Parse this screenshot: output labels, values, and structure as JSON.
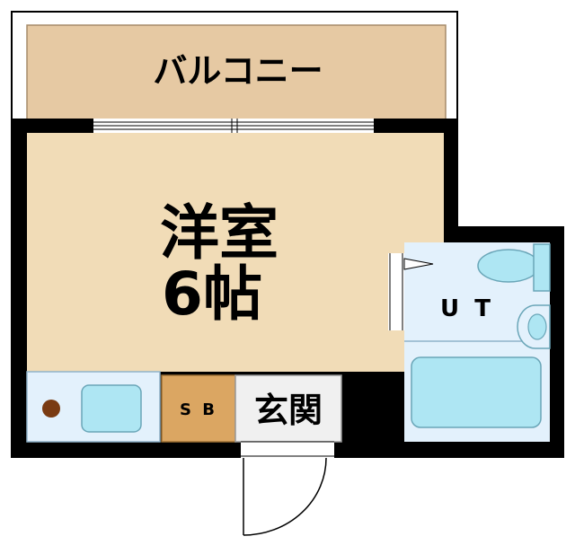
{
  "balcony": {
    "label": "バルコニー"
  },
  "main_room": {
    "name": "洋室",
    "size": "6帖"
  },
  "unit_bath": {
    "label": "U T"
  },
  "shoe_box": {
    "label": "S B"
  },
  "entrance": {
    "label": "玄関"
  },
  "colors": {
    "wall": "#000000",
    "room_floor": "#f1dcb7",
    "balcony_floor": "#e6c9a3",
    "wet_area": "#e3f1fc",
    "fixture": "#aee6f3",
    "shoe_box": "#dba662",
    "entrance_floor": "#f0f0f0"
  }
}
